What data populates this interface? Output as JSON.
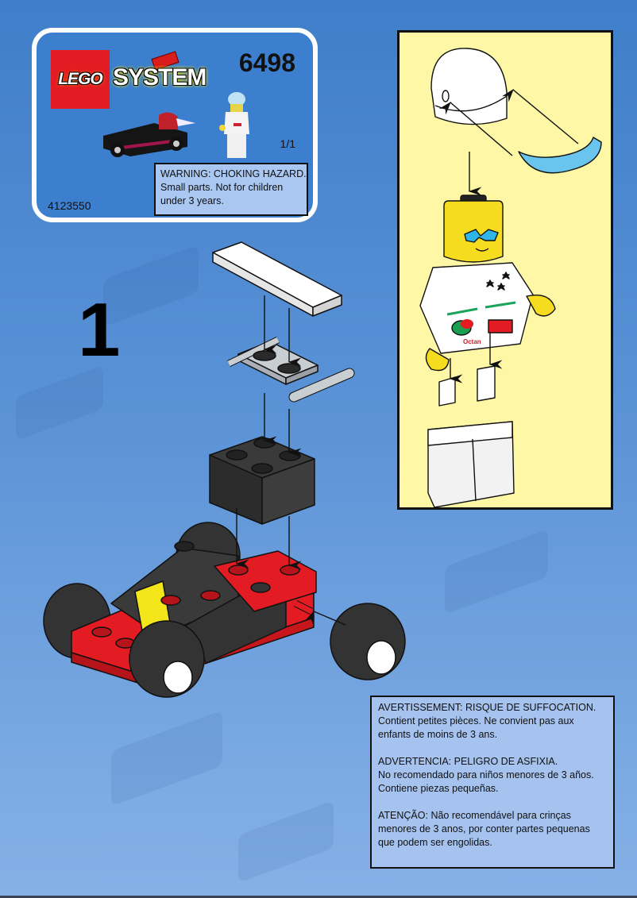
{
  "header_card": {
    "brand_logo": "LEGO",
    "theme_logo": "SYSTEM",
    "set_number": "6498",
    "page_indicator": "1/1",
    "catalog_number": "4123550",
    "warning": {
      "lines": [
        "WARNING: CHOKING HAZARD.",
        "Small parts. Not for children",
        "under 3 years."
      ]
    }
  },
  "step": {
    "number": "1"
  },
  "minifigure_panel": {
    "background_color": "#fdf7a6",
    "parts": [
      "white-helmet",
      "trans-light-blue-visor",
      "yellow-head-with-sunglasses",
      "white-torso-octan",
      "white-legs"
    ],
    "torso_logo_text": "Octan"
  },
  "build_parts": [
    "white-tile-1x4",
    "gray-plate-with-bar",
    "black-brick-2x2",
    "red-go-kart-chassis",
    "black-wheel"
  ],
  "multilingual_warning": {
    "paragraphs": [
      {
        "lines": [
          "AVERTISSEMENT: RISQUE DE SUFFOCATION.",
          "Contient petites pièces. Ne convient pas aux",
          "enfants de moins de 3 ans."
        ]
      },
      {
        "lines": [
          "ADVERTENCIA: PELIGRO DE ASFIXIA.",
          "No recomendado para niños menores de 3 años.",
          "Contiene piezas pequeñas."
        ]
      },
      {
        "lines": [
          "ATENÇÃO: Não recomendável para crinças",
          "menores de 3 anos, por conter partes pequenas",
          "que podem ser engolidas."
        ]
      }
    ]
  },
  "colors": {
    "background_top": "#3f7ec9",
    "background_bottom": "#86b0e6",
    "lego_red": "#e31b23",
    "warning_box_bg": "#a9c7f0",
    "panel_yellow": "#fdf7a6"
  }
}
